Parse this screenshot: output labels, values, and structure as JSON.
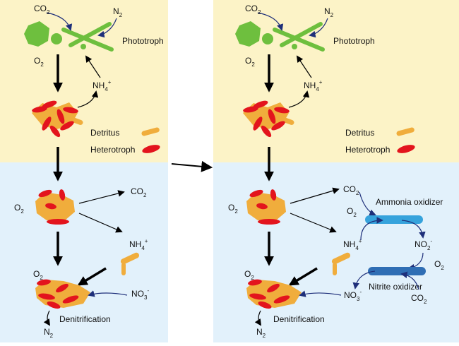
{
  "colors": {
    "surface_zone": "#fcf3c7",
    "deep_zone": "#e2f1fb",
    "phototroph": "#6ebf3e",
    "detritus": "#f0ad3c",
    "heterotroph": "#e3141d",
    "ammonia_oxidizer": "#36a3dc",
    "nitrite_oxidizer": "#2f6eb4",
    "process_arrow": "#1e2f7a",
    "main_arrow": "#000000"
  },
  "labels": {
    "co2": "CO",
    "co2_sub": "2",
    "n2": "N",
    "n2_sub": "2",
    "o2": "O",
    "o2_sub": "2",
    "nh4": "NH",
    "nh4_sub": "4",
    "nh4_sup": "+",
    "no3": "NO",
    "no3_sub": "3",
    "no3_sup": "-",
    "no2": "NO",
    "no2_sub": "2",
    "no2_sup": "-",
    "phototroph": "Phototroph",
    "detritus": "Detritus",
    "heterotroph": "Heterotroph",
    "denitrification": "Denitrification",
    "ammonia_oxidizer": "Ammonia oxidizer",
    "nitrite_oxidizer": "Nitrite oxidizer"
  }
}
